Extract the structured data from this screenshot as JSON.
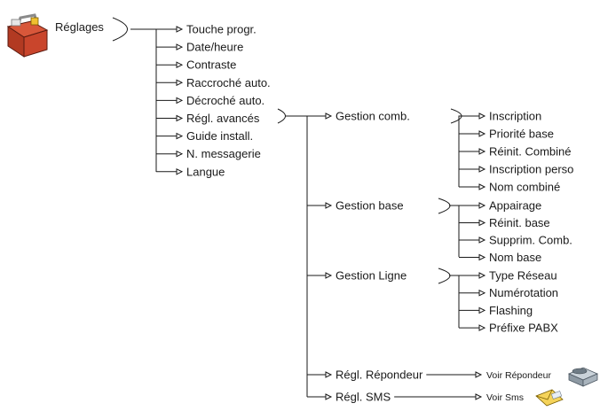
{
  "root": {
    "label": "Réglages",
    "icon": "toolbox-icon"
  },
  "main_menu": [
    "Touche progr.",
    "Date/heure",
    "Contraste",
    "Raccroché auto.",
    "Décroché auto.",
    "Régl. avancés",
    "Guide install.",
    "N. messagerie",
    "Langue"
  ],
  "advanced_menu": [
    "Gestion comb.",
    "Gestion base",
    "Gestion Ligne",
    "Régl. Répondeur",
    "Régl. SMS"
  ],
  "gestion_comb_menu": [
    "Inscription",
    "Priorité base",
    "Réinit. Combiné",
    "Inscription perso",
    "Nom combiné"
  ],
  "gestion_base_menu": [
    "Appairage",
    "Réinit. base",
    "Supprim. Comb.",
    "Nom base"
  ],
  "gestion_ligne_menu": [
    "Type Réseau",
    "Numérotation",
    "Flashing",
    "Préfixe PABX"
  ],
  "repondeur_target": {
    "label": "Voir Répondeur",
    "icon": "answering-machine-icon"
  },
  "sms_target": {
    "label": "Voir Sms",
    "icon": "sms-envelope-icon"
  }
}
